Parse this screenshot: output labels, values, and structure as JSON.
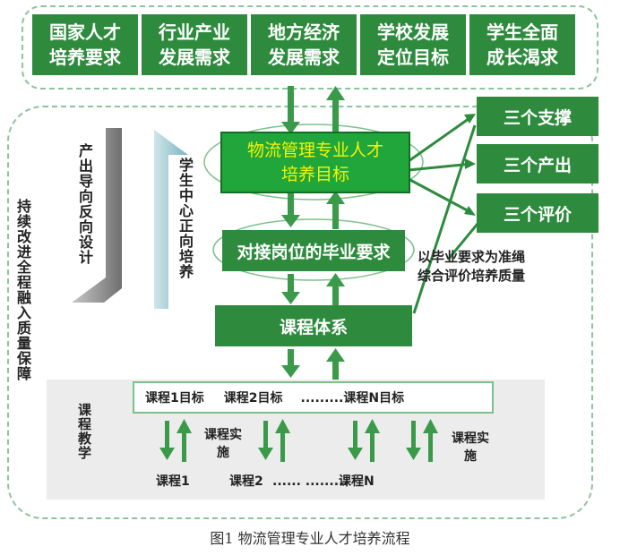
{
  "top_boxes": [
    {
      "line1": "国家人才",
      "line2": "培养要求"
    },
    {
      "line1": "行业产业",
      "line2": "发展需求"
    },
    {
      "line1": "地方经济",
      "line2": "发展需求"
    },
    {
      "line1": "学校发展",
      "line2": "定位目标"
    },
    {
      "line1": "学生全面",
      "line2": "成长渴求"
    }
  ],
  "goal": {
    "line1": "物流管理专业人才",
    "line2": "培养目标"
  },
  "requirement": "对接岗位的毕业要求",
  "curriculum": "课程体系",
  "right_boxes": [
    "三个支撑",
    "三个产出",
    "三个评价"
  ],
  "eval_note": {
    "line1": "以毕业要求为准绳",
    "line2": "综合评价培养质量"
  },
  "left_vertical": "持续改进全程融入质量保障",
  "output_oriented": "产出导向反向设计",
  "student_centered": "学生中心正向培养",
  "teaching_label": "课程教学",
  "course_goals": [
    "课程1目标",
    "课程2目标",
    ".........课程N目标"
  ],
  "implementation_left": {
    "line1": "课程实",
    "line2": "施"
  },
  "implementation_right": {
    "line1": "课程实",
    "line2": "施"
  },
  "courses": {
    "c1": "课程1",
    "c2": "课程2",
    "dots": "...... .........",
    "cn": "课程N"
  },
  "caption": "图1   物流管理专业人才培养流程",
  "colors": {
    "green": "#2e8b3e",
    "bright_green": "#21a63c",
    "yellow_text": "#f4f400",
    "dash": "#8cc49c",
    "gray_panel": "#ececec"
  }
}
